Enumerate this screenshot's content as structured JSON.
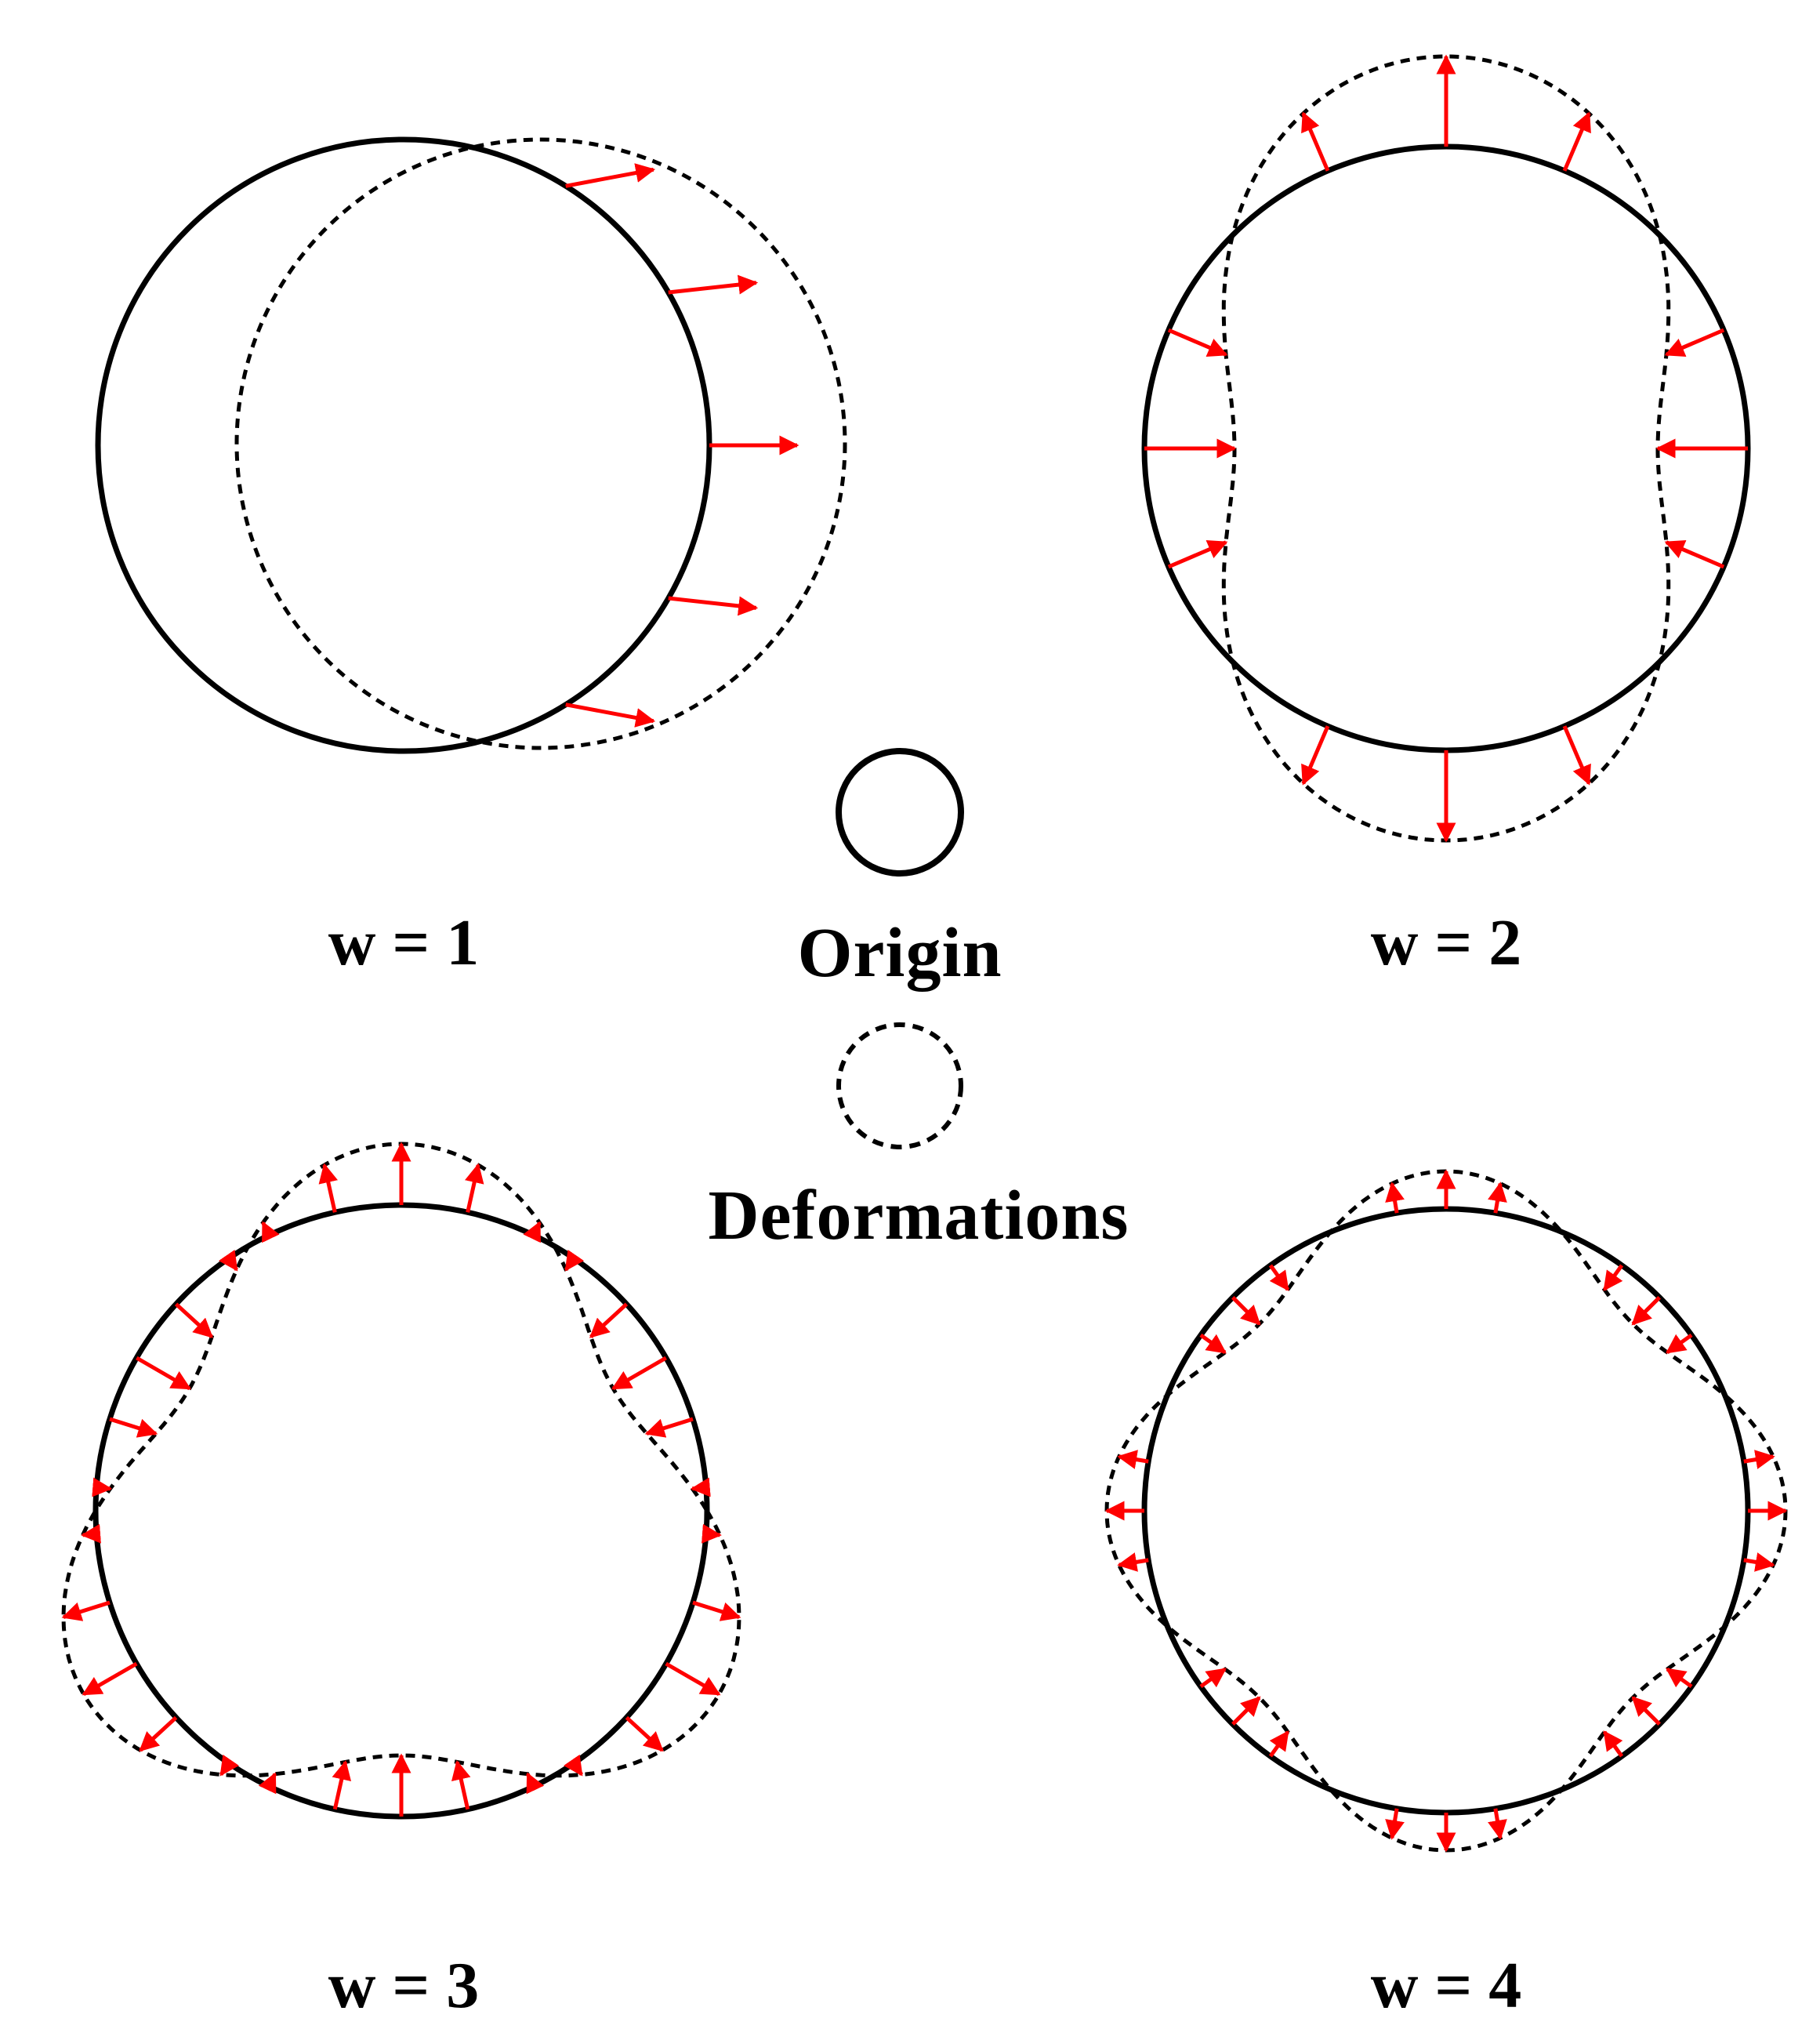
{
  "panels": [
    {
      "label": "w = 1",
      "mode": 1
    },
    {
      "label": "w = 2",
      "mode": 2
    },
    {
      "label": "w = 3",
      "mode": 3
    },
    {
      "label": "w = 4",
      "mode": 4
    }
  ],
  "legend": {
    "origin_label": "Origin",
    "deformation_label": "Deformations"
  },
  "colors": {
    "origin": "#000000",
    "deformation": "#000000",
    "arrow": "#ff0000"
  }
}
